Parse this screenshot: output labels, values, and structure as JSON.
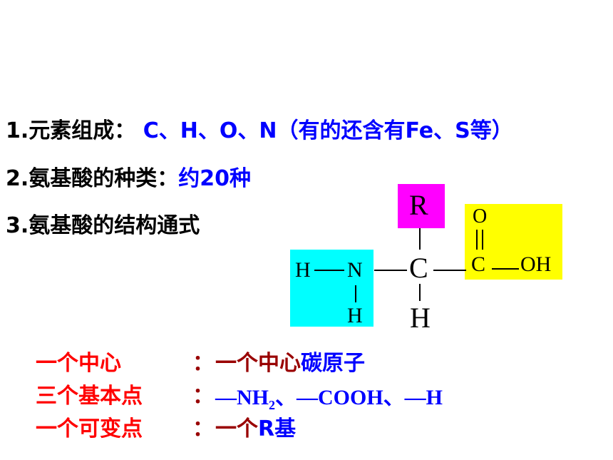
{
  "slide": {
    "line1": {
      "label": "1.元素组成：",
      "value": "C、H、O、N（有的还含有Fe、S等）"
    },
    "line2": {
      "label": "2.氨基酸的种类：",
      "value": "约20种"
    },
    "line3": {
      "label": "3.氨基酸的结构通式"
    }
  },
  "structure": {
    "r": "R",
    "c_center": "C",
    "h_bottom": "H",
    "amino_h_left": "H",
    "amino_n": "N",
    "amino_h_bottom": "H",
    "carboxyl_o": "O",
    "carboxyl_c": "C",
    "carboxyl_oh": "OH"
  },
  "summary": {
    "row1": {
      "label": "一个中心",
      "colon": "：",
      "value_a": "一个中心",
      "value_b": "碳原子"
    },
    "row2": {
      "label": "三个基本点",
      "colon": "：",
      "value_a": "—NH",
      "value_sub": "2",
      "value_b": "、—COOH、—H"
    },
    "row3": {
      "label": "一个可变点",
      "colon": "：",
      "value_a": "一个",
      "value_b": "R基"
    }
  },
  "colors": {
    "black": "#000000",
    "blue": "#0000ff",
    "red": "#ff0000",
    "dark_red": "#990000",
    "cyan": "#00ffff",
    "magenta": "#ff00ff",
    "yellow": "#ffff00"
  }
}
